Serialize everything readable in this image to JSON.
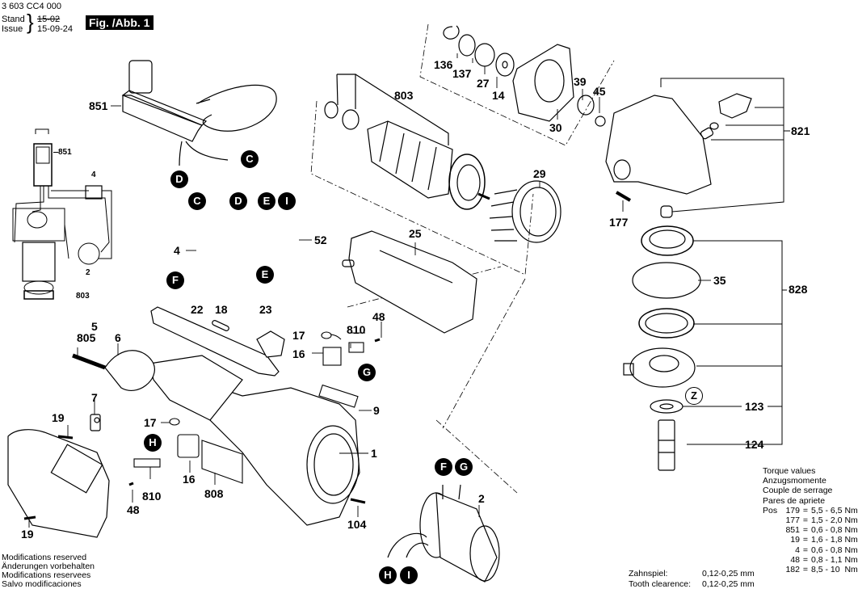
{
  "header": {
    "doc_number": "3 603 CC4 000",
    "stand_label": "Stand",
    "issue_label": "Issue",
    "old_date": "15-02",
    "issue_date": "15-09-24",
    "figure_label": "Fig. /Abb. 1"
  },
  "callouts": {
    "p851_top": "851",
    "p803_top": "803",
    "p136": "136",
    "p137": "137",
    "p27": "27",
    "p14": "14",
    "p30": "30",
    "p39": "39",
    "p45": "45",
    "p821": "821",
    "p177": "177",
    "p29": "29",
    "p52": "52",
    "p4": "4",
    "p25": "25",
    "p35": "35",
    "p828": "828",
    "p5": "5",
    "p805": "805",
    "p6": "6",
    "p22": "22",
    "p18": "18",
    "p23": "23",
    "p17a": "17",
    "p810a": "810",
    "p48a": "48",
    "p16a": "16",
    "p7": "7",
    "p9": "9",
    "p19a": "19",
    "p17b": "17",
    "p1": "1",
    "p123": "123",
    "p124": "124",
    "p2": "2",
    "p16b": "16",
    "p810b": "810",
    "p808": "808",
    "p48b": "48",
    "p104": "104",
    "p19b": "19"
  },
  "schematic": {
    "p851": "851",
    "p4": "4",
    "p2": "2",
    "p803": "803"
  },
  "connectors": {
    "c1": "C",
    "d1": "D",
    "c2": "C",
    "d2": "D",
    "e1": "E",
    "i1": "I",
    "f1": "F",
    "e2": "E",
    "g1": "G",
    "h1": "H",
    "f2": "F",
    "g2": "G",
    "h2": "H",
    "i2": "I",
    "z": "Z"
  },
  "torque": {
    "title_en": "Torque values",
    "title_de": "Anzugsmomente",
    "title_fr": "Couple de serrage",
    "title_es": "Pares de apriete",
    "pos_label": "Pos",
    "rows": [
      {
        "pos": "179",
        "value": "5,5 - 6,5 Nm"
      },
      {
        "pos": "177",
        "value": "1,5 - 2,0 Nm"
      },
      {
        "pos": "851",
        "value": "0,6 - 0,8 Nm"
      },
      {
        "pos": "19",
        "value": "1,6 - 1,8 Nm"
      },
      {
        "pos": "4",
        "value": "0,6 - 0,8 Nm"
      },
      {
        "pos": "48",
        "value": "0,8 - 1,1 Nm"
      },
      {
        "pos": "182",
        "value": "8,5 - 10  Nm"
      }
    ]
  },
  "tooth_clearance": {
    "label_de": "Zahnspiel:",
    "value_de": "0,12-0,25 mm",
    "label_en": "Tooth clearence:",
    "value_en": "0,12-0,25 mm"
  },
  "modifications": {
    "en": "Modifications reserved",
    "de": "Änderungen vorbehalten",
    "fr": "Modifications reservees",
    "es": "Salvo modificaciones"
  }
}
